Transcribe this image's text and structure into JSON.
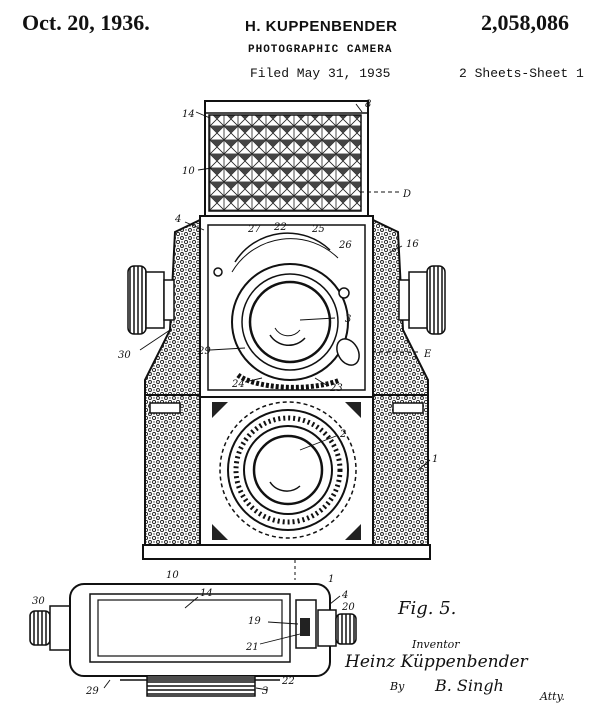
{
  "header": {
    "date": "Oct. 20, 1936.",
    "inventor_name": "H. KUPPENBENDER",
    "patent_number": "2,058,086",
    "title": "PHOTOGRAPHIC CAMERA",
    "filed": "Filed May 31, 1935",
    "sheets": "2 Sheets-Sheet 1"
  },
  "figure_labels": {
    "l14": "14",
    "l8": "8",
    "l10": "10",
    "lD": "D",
    "l4": "4",
    "l16": "16",
    "l27": "27",
    "l22": "22",
    "l25": "25",
    "l26": "26",
    "l3": "3",
    "l30": "30",
    "l29": "29",
    "lE": "E",
    "l24": "24",
    "l23": "23",
    "l2": "2",
    "l1": "1"
  },
  "bottom_labels": {
    "b10": "10",
    "b14": "14",
    "b1": "1",
    "b30": "30",
    "b4": "4",
    "b20": "20",
    "b19": "19",
    "b21": "21",
    "b29": "29",
    "b22": "22",
    "b3": "3"
  },
  "fig_caption": "Fig. 5.",
  "signature": {
    "role": "Inventor",
    "name": "Heinz Küppenbender",
    "by": "By",
    "attorney": "B. Singh",
    "atty": "Atty."
  }
}
